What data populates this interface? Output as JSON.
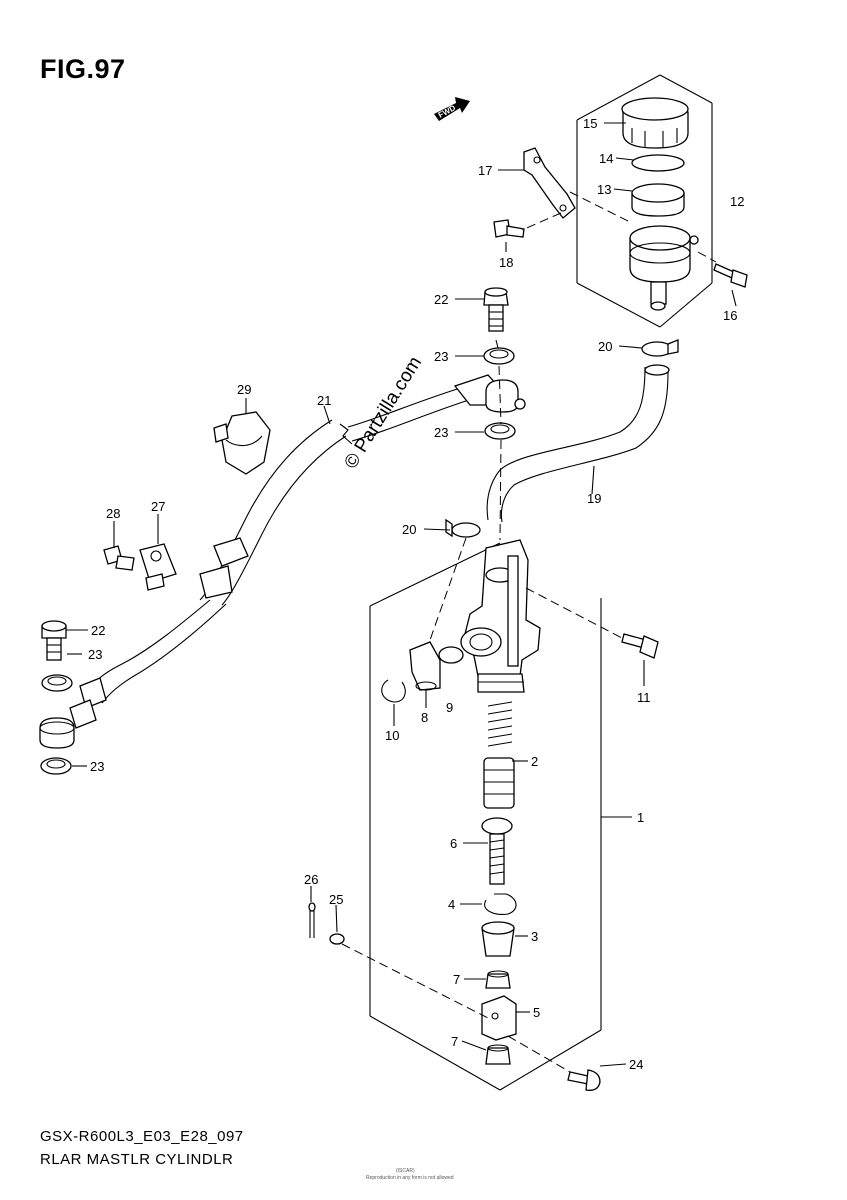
{
  "figure": {
    "title": "FIG.97",
    "code": "GSX-R600L3_E03_E28_097",
    "name": "RLAR MASTLR CYLINDLR",
    "direction_label": "FWD",
    "watermark": "© Partzilla.com",
    "footer_tiny_1": "(ISCAR)",
    "footer_tiny_2": "Reproduction in any form is not allowed"
  },
  "callouts": [
    {
      "id": "c15",
      "label": "15"
    },
    {
      "id": "c14",
      "label": "14"
    },
    {
      "id": "c13",
      "label": "13"
    },
    {
      "id": "c12",
      "label": "12"
    },
    {
      "id": "c17",
      "label": "17"
    },
    {
      "id": "c18",
      "label": "18"
    },
    {
      "id": "c16",
      "label": "16"
    },
    {
      "id": "c22a",
      "label": "22"
    },
    {
      "id": "c23a",
      "label": "23"
    },
    {
      "id": "c20a",
      "label": "20"
    },
    {
      "id": "c29",
      "label": "29"
    },
    {
      "id": "c21",
      "label": "21"
    },
    {
      "id": "c23b",
      "label": "23"
    },
    {
      "id": "c19",
      "label": "19"
    },
    {
      "id": "c28",
      "label": "28"
    },
    {
      "id": "c27",
      "label": "27"
    },
    {
      "id": "c20b",
      "label": "20"
    },
    {
      "id": "c22b",
      "label": "22"
    },
    {
      "id": "c23c",
      "label": "23"
    },
    {
      "id": "c23d",
      "label": "23"
    },
    {
      "id": "c11",
      "label": "11"
    },
    {
      "id": "c10",
      "label": "10"
    },
    {
      "id": "c8",
      "label": "8"
    },
    {
      "id": "c9",
      "label": "9"
    },
    {
      "id": "c2",
      "label": "2"
    },
    {
      "id": "c1",
      "label": "1"
    },
    {
      "id": "c6",
      "label": "6"
    },
    {
      "id": "c26",
      "label": "26"
    },
    {
      "id": "c25",
      "label": "25"
    },
    {
      "id": "c4",
      "label": "4"
    },
    {
      "id": "c3",
      "label": "3"
    },
    {
      "id": "c7a",
      "label": "7"
    },
    {
      "id": "c5",
      "label": "5"
    },
    {
      "id": "c7b",
      "label": "7"
    },
    {
      "id": "c24",
      "label": "24"
    }
  ]
}
